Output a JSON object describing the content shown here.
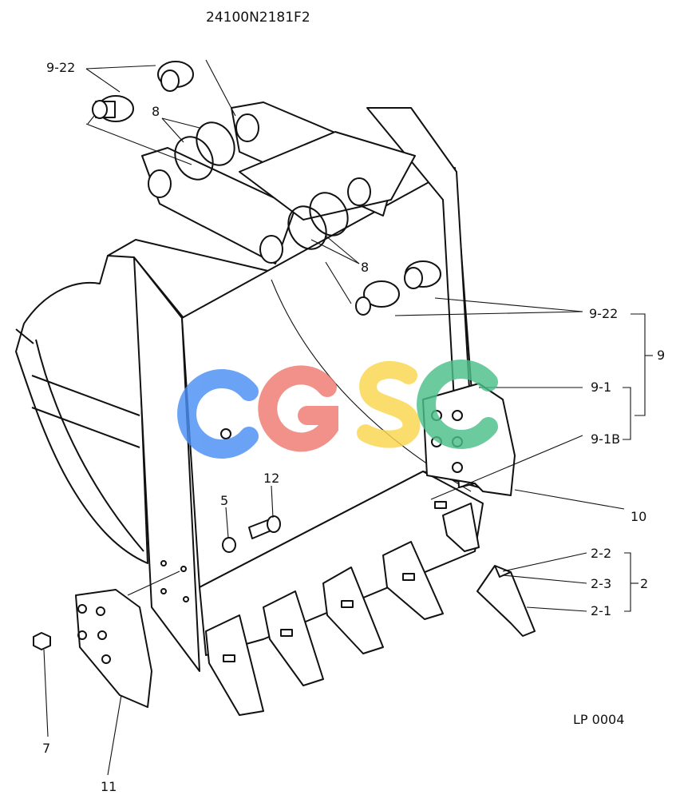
{
  "diagram": {
    "title": "24100N2181F2",
    "code": "LP 0004",
    "watermark": {
      "text": "CGSC",
      "letter_colors": [
        "#4a8ff5",
        "#f07a70",
        "#fbd64e",
        "#4cbf8a"
      ]
    },
    "labels": {
      "l9_22_top": "9-22",
      "l8_top": "8",
      "l8_mid": "8",
      "l9_22_right": "9-22",
      "l9": "9",
      "l9_1": "9-1",
      "l9_1B": "9-1B",
      "l10": "10",
      "l12": "12",
      "l5": "5",
      "l2_2": "2-2",
      "l2_3": "2-3",
      "l2": "2",
      "l2_1": "2-1",
      "l7": "7",
      "l11": "11"
    }
  }
}
